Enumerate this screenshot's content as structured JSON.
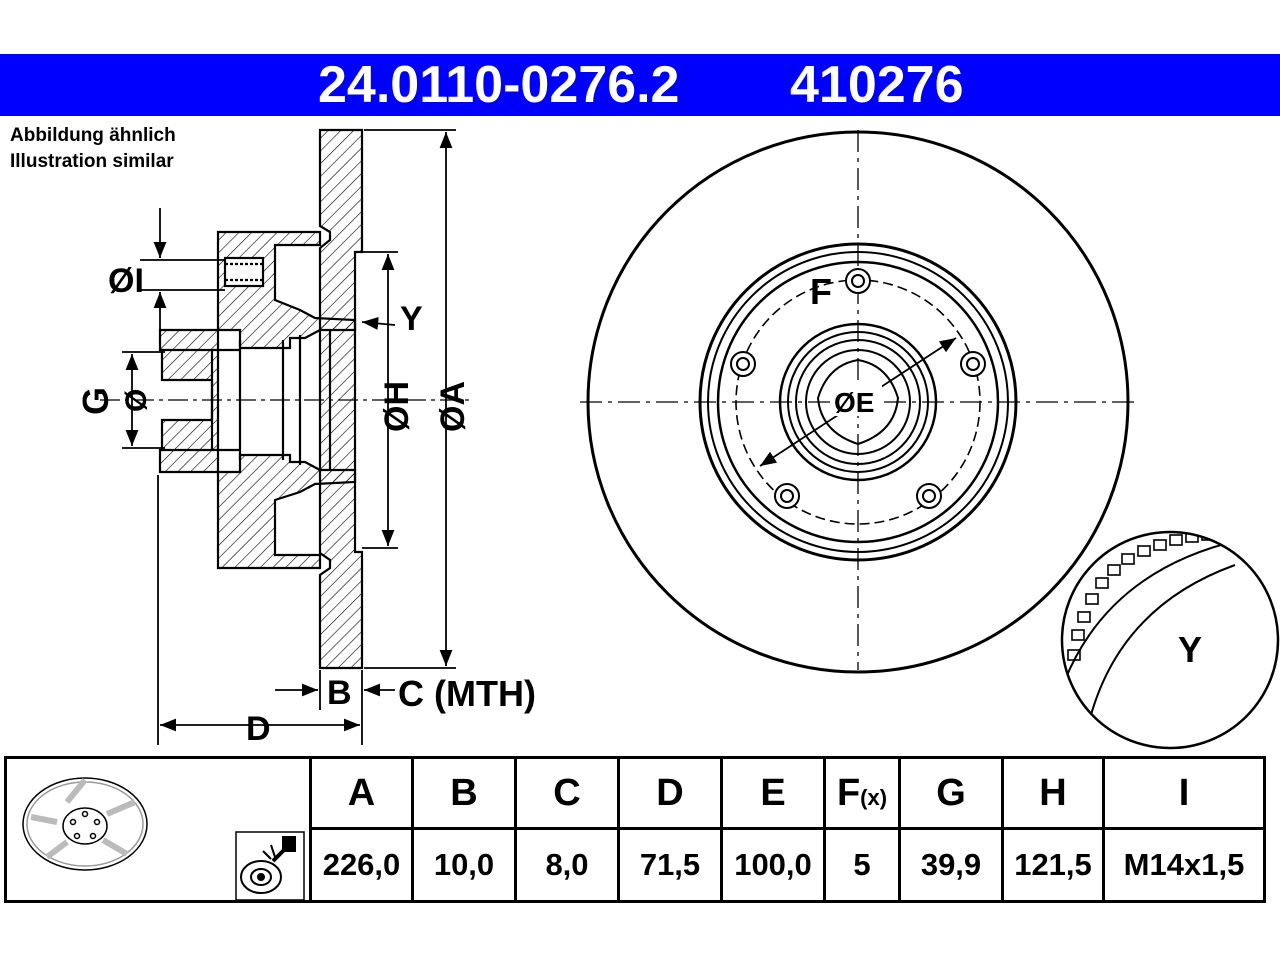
{
  "header": {
    "part_number": "24.0110-0276.2",
    "article_number": "410276",
    "background_color": "#0000ff",
    "text_color": "#ffffff"
  },
  "note": {
    "line1": "Abbildung ähnlich",
    "line2": "Illustration similar"
  },
  "section_view": {
    "label_I": "ØI",
    "label_Y": "Y",
    "label_G": "G",
    "label_G_dia": "Ø",
    "label_H": "ØH",
    "label_A": "ØA",
    "label_B": "B",
    "label_C": "C (MTH)",
    "label_D": "D"
  },
  "front_view": {
    "label_F": "F",
    "label_E": "ØE"
  },
  "detail_view": {
    "label_Y": "Y"
  },
  "dimension_table": {
    "headers": [
      "A",
      "B",
      "C",
      "D",
      "E",
      "F",
      "G",
      "H",
      "I"
    ],
    "f_suffix": "(x)",
    "values": [
      "226,0",
      "10,0",
      "8,0",
      "71,5",
      "100,0",
      "5",
      "39,9",
      "121,5",
      "M14x1,5"
    ]
  },
  "icons": {
    "disc_thumbnail": "brake-disc-icon",
    "spray": "spray-can-icon"
  }
}
